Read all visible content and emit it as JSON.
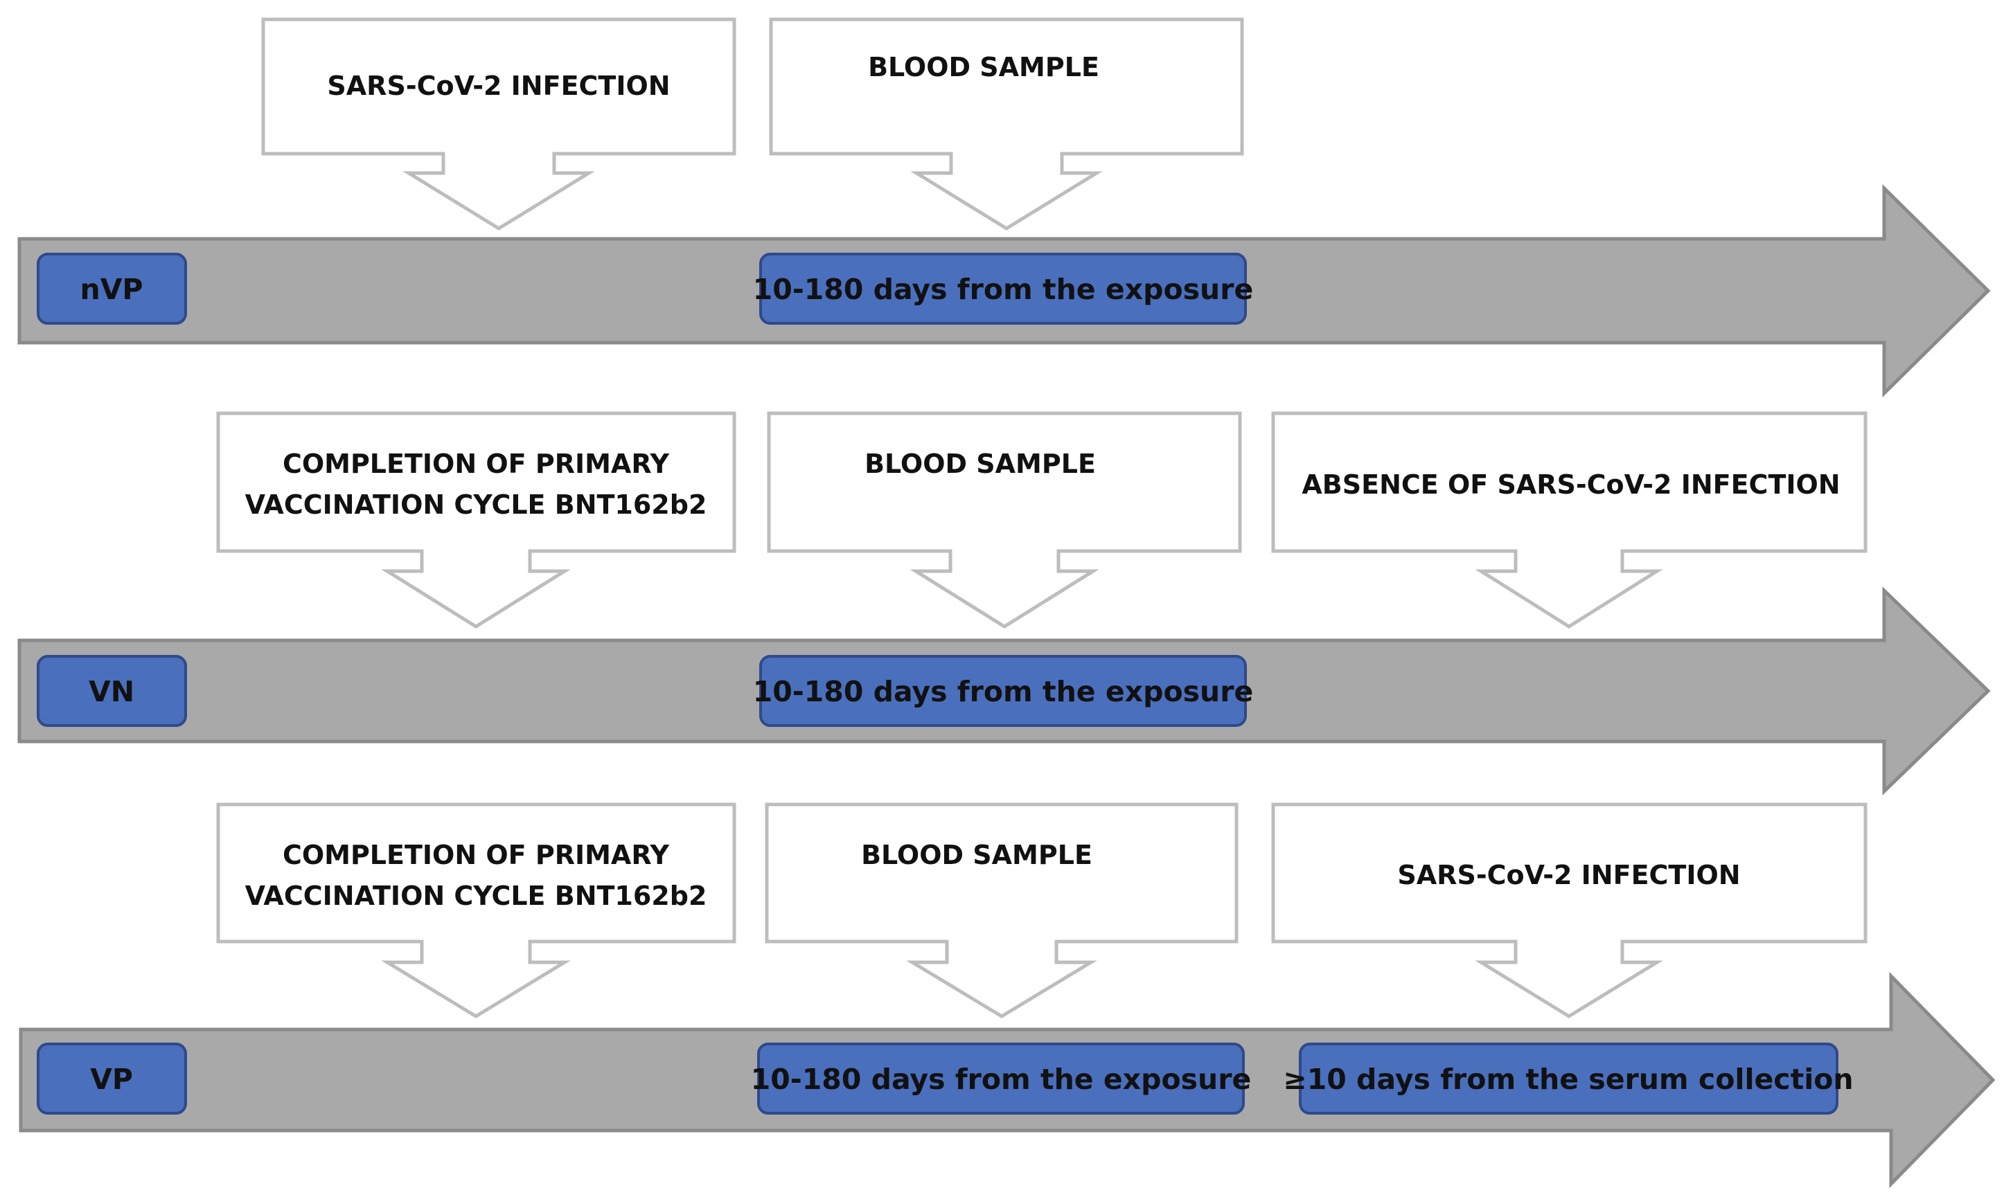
{
  "colors": {
    "arrow_fill": "#a9a9a9",
    "arrow_stroke": "#8a8a8a",
    "pill_fill": "#4a6fbd",
    "pill_stroke": "#2f4a8a",
    "callout_stroke": "#bdbdbd"
  },
  "rows": [
    {
      "group_label": "nVP",
      "callouts": [
        {
          "lines": [
            "SARS-CoV-2 INFECTION"
          ]
        },
        {
          "lines": [
            "BLOOD SAMPLE"
          ]
        }
      ],
      "intervals": [
        "10-180 days from the exposure"
      ]
    },
    {
      "group_label": "VN",
      "callouts": [
        {
          "lines": [
            "COMPLETION OF PRIMARY",
            "VACCINATION CYCLE BNT162b2"
          ]
        },
        {
          "lines": [
            "BLOOD SAMPLE"
          ]
        },
        {
          "lines": [
            "ABSENCE OF SARS-CoV-2 INFECTION"
          ]
        }
      ],
      "intervals": [
        "10-180 days from the exposure"
      ]
    },
    {
      "group_label": "VP",
      "callouts": [
        {
          "lines": [
            "COMPLETION OF PRIMARY",
            "VACCINATION CYCLE BNT162b2"
          ]
        },
        {
          "lines": [
            "BLOOD SAMPLE"
          ]
        },
        {
          "lines": [
            "SARS-CoV-2 INFECTION"
          ]
        }
      ],
      "intervals": [
        "10-180 days from the exposure",
        "≥10 days from the serum collection"
      ]
    }
  ]
}
